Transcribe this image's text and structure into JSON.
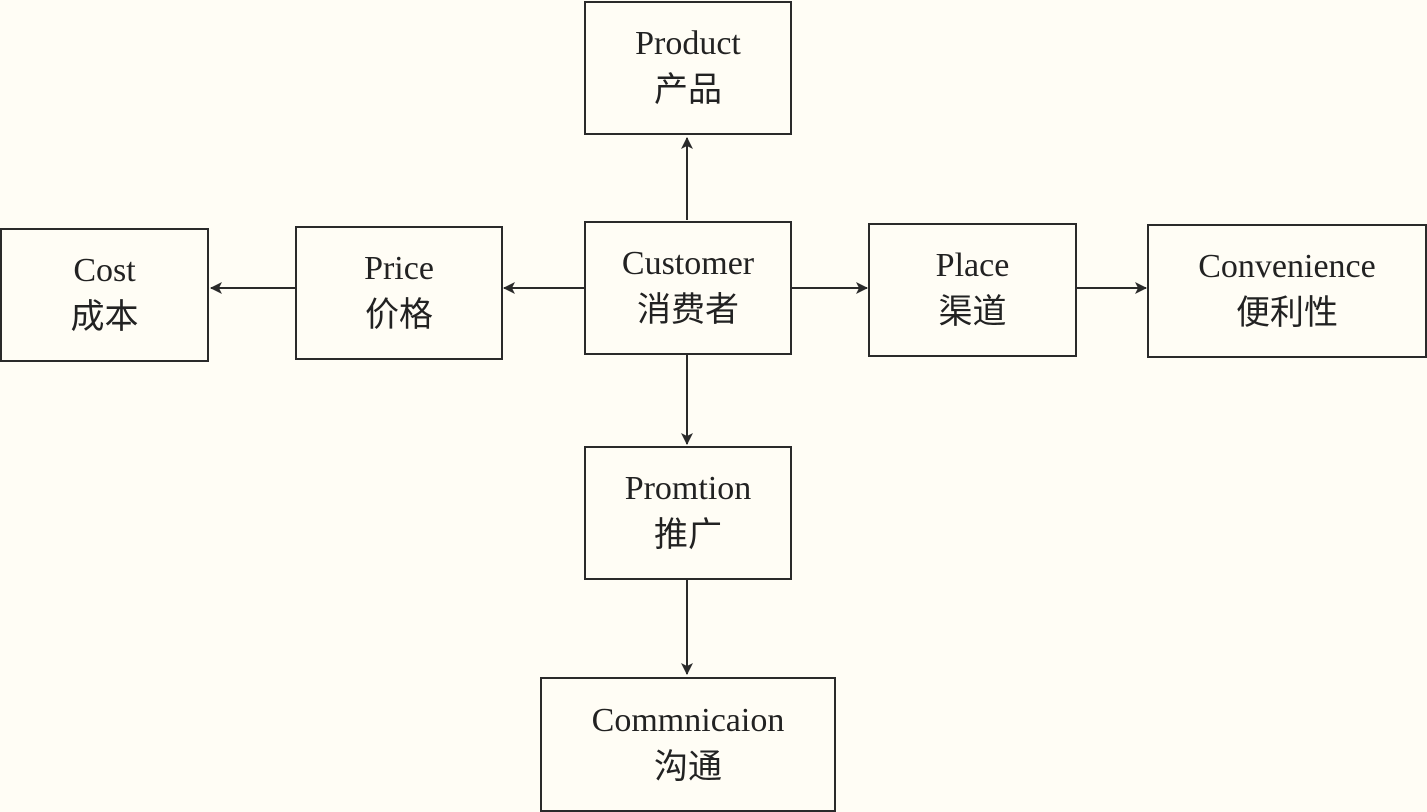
{
  "nodes": {
    "customer": {
      "en": "Customer",
      "zh": "消费者"
    },
    "product": {
      "en": "Product",
      "zh": "产品"
    },
    "price": {
      "en": "Price",
      "zh": "价格"
    },
    "cost": {
      "en": "Cost",
      "zh": "成本"
    },
    "place": {
      "en": "Place",
      "zh": "渠道"
    },
    "convenience": {
      "en": "Convenience",
      "zh": "便利性"
    },
    "promotion": {
      "en": "Promtion",
      "zh": "推广"
    },
    "communication": {
      "en": "Commnicaion",
      "zh": "沟通"
    }
  },
  "colors": {
    "line": "#2a2a2a",
    "background": "#fffdf5"
  }
}
